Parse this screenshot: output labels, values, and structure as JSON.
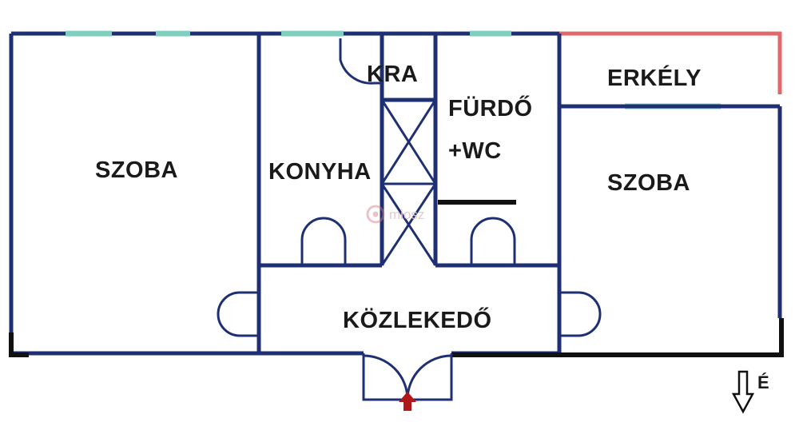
{
  "rooms": {
    "szoba_left": "SZOBA",
    "konyha": "KONYHA",
    "kamra": "KRA",
    "furdo_line1": "FÜRDŐ",
    "furdo_line2": "+WC",
    "erkely": "ERKÉLY",
    "szoba_right": "SZOBA",
    "kozlekedo": "KÖZLEKEDŐ"
  },
  "compass": {
    "label": "É"
  },
  "watermark": {
    "text": "miosz"
  },
  "colors": {
    "wall": "#1f2f74",
    "window": "#7fcfbf",
    "balcony_rail": "#e06a6a",
    "thick_wall": "#111111",
    "entrance_arrow": "#b01818"
  }
}
